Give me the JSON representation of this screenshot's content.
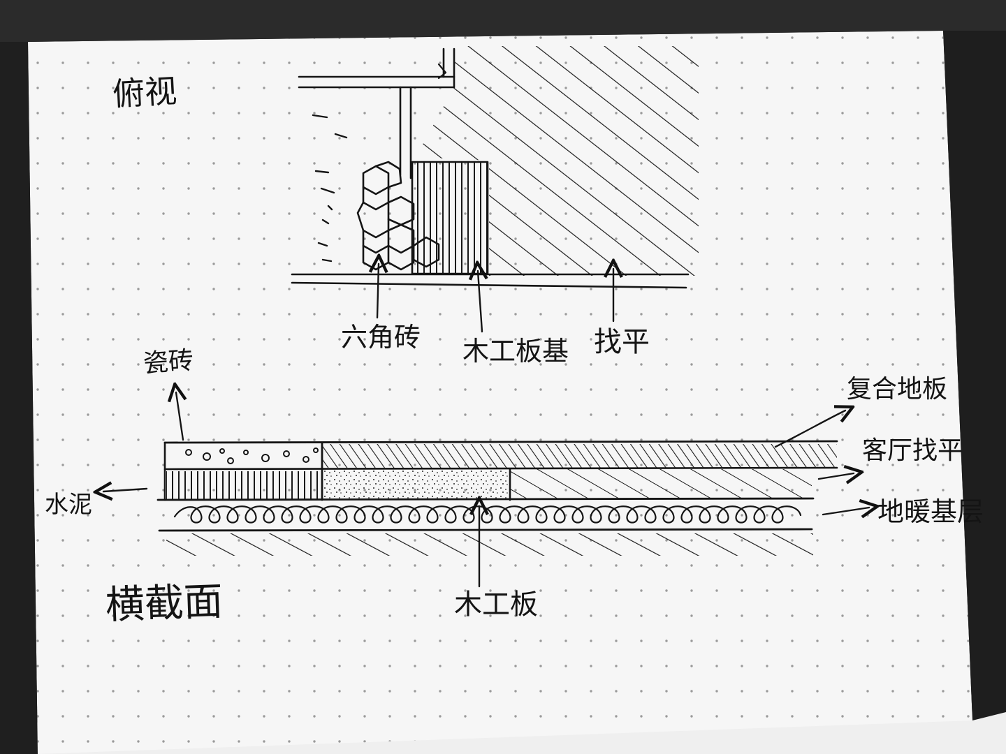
{
  "top_view": {
    "title": "俯视",
    "labels": {
      "hex_tile": "六角砖",
      "wood_base": "木工板基",
      "leveling": "找平"
    }
  },
  "cross_section": {
    "title": "横截面",
    "labels": {
      "ceramic_tile": "瓷砖",
      "cement": "水泥",
      "composite_floor": "复合地板",
      "living_room_leveling": "客厅找平",
      "floor_heating_base": "地暖基层",
      "wood_board": "木工板"
    }
  }
}
